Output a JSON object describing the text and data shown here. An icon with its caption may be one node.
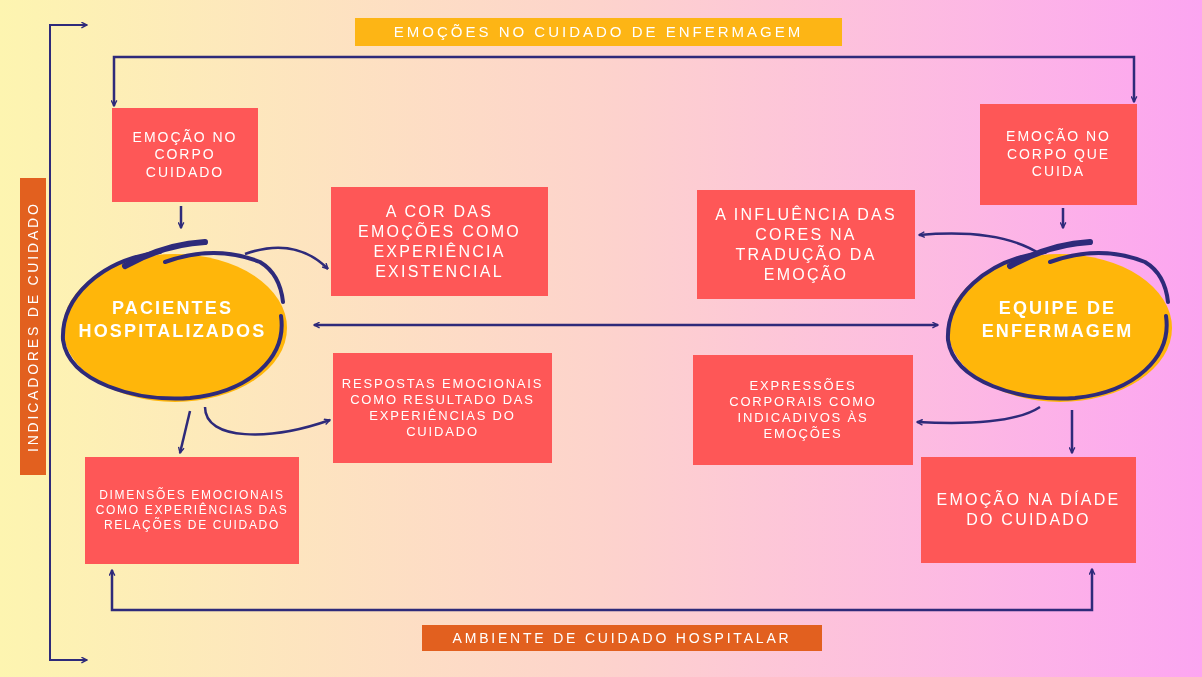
{
  "diagram": {
    "title": "EMOÇÕES NO CUIDADO DE ENFERMAGEM",
    "nodes": [
      {
        "text": [
          "INDICADORES DE CUIDADO"
        ]
      },
      {
        "text": [
          "EMOÇÃO NO CORPO CUIDADO"
        ]
      },
      {
        "text": [
          "PACIENTES HOSPITALIZADOS"
        ]
      },
      {
        "text": [
          "A COR DAS EMOÇÕES COMO EXPERIÊNCIA EXISTENCIAL"
        ]
      },
      {
        "text": [
          "RESPOSTAS EMOCIONAIS COMO RESULTADO DAS EXPERIÊNCIAS DO CUIDADO"
        ]
      },
      {
        "text": [
          "DIMENSÕES EMOCIONAIS COMO EXPERIÊNCIAS DAS RELAÇÕES DE CUIDADO"
        ]
      },
      {
        "text": [
          "EMOÇÃO NO CORPO QUE CUIDA"
        ]
      },
      {
        "text": [
          "A INFLUÊNCIA DAS CORES NA TRADUÇÃO DA EMOÇÃO"
        ]
      },
      {
        "text": [
          "EQUIPE DE ENFERMAGEM"
        ]
      },
      {
        "text": [
          "EXPRESSÕES CORPORAIS COMO INDICADIVOS ÀS EMOÇÕES"
        ]
      },
      {
        "text": [
          "EMOÇÃO NA DÍADE DO CUIDADO"
        ]
      },
      {
        "text": [
          "AMBIENTE DE CUIDADO HOSPITALAR"
        ]
      }
    ],
    "edges": [
      {
        "from": 1,
        "to": 6,
        "arrow": "both"
      },
      {
        "from": 1,
        "to": 2,
        "arrow": "to"
      },
      {
        "from": 2,
        "to": 3,
        "arrow": "to"
      },
      {
        "from": 2,
        "to": 4,
        "arrow": "to"
      },
      {
        "from": 2,
        "to": 5,
        "arrow": "to"
      },
      {
        "from": 2,
        "to": 8,
        "arrow": "both"
      },
      {
        "from": 6,
        "to": 8,
        "arrow": "to"
      },
      {
        "from": 8,
        "to": 7,
        "arrow": "to"
      },
      {
        "from": 8,
        "to": 9,
        "arrow": "to"
      },
      {
        "from": 8,
        "to": 10,
        "arrow": "to"
      },
      {
        "from": 5,
        "to": 10,
        "arrow": "both"
      }
    ]
  }
}
